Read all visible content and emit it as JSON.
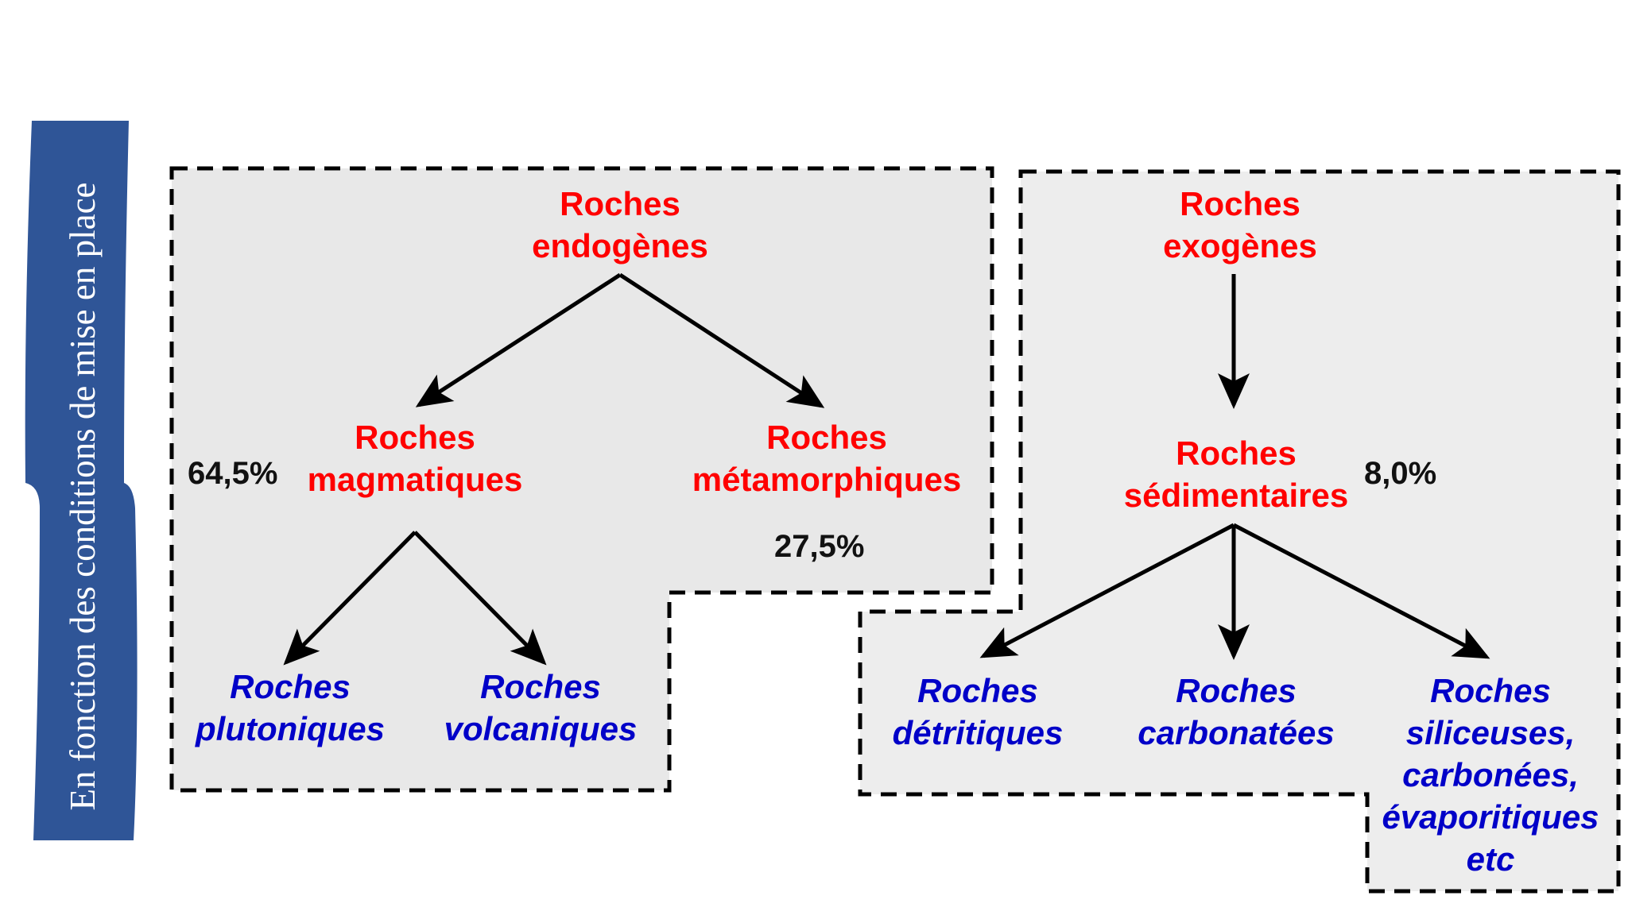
{
  "sidebar": {
    "title": "En fonction des conditions de mise en place"
  },
  "nodes": {
    "endogenes": {
      "line1": "Roches",
      "line2": "endogènes"
    },
    "magmatiques": {
      "line1": "Roches",
      "line2": "magmatiques"
    },
    "metamorphiques": {
      "line1": "Roches",
      "line2": "métamorphiques"
    },
    "plutoniques": {
      "line1": "Roches",
      "line2": "plutoniques"
    },
    "volcaniques": {
      "line1": "Roches",
      "line2": "volcaniques"
    },
    "exogenes": {
      "line1": "Roches",
      "line2": "exogènes"
    },
    "sedimentaires": {
      "line1": "Roches",
      "line2": "sédimentaires"
    },
    "detritiques": {
      "line1": "Roches",
      "line2": "détritiques"
    },
    "carbonatees": {
      "line1": "Roches",
      "line2": "carbonatées"
    },
    "siliceuses": {
      "line1": "Roches",
      "line2": "siliceuses,",
      "line3": "carbonées,",
      "line4": "évaporitiques",
      "line5": "etc"
    }
  },
  "percentages": {
    "magmatiques": "64,5%",
    "metamorphiques": "27,5%",
    "sedimentaires": "8,0%"
  },
  "colors": {
    "sidebar": "#2f5597",
    "region_fill": "#e8e8e8",
    "category_text": "#ff0000",
    "leaf_text": "#0000c8"
  }
}
